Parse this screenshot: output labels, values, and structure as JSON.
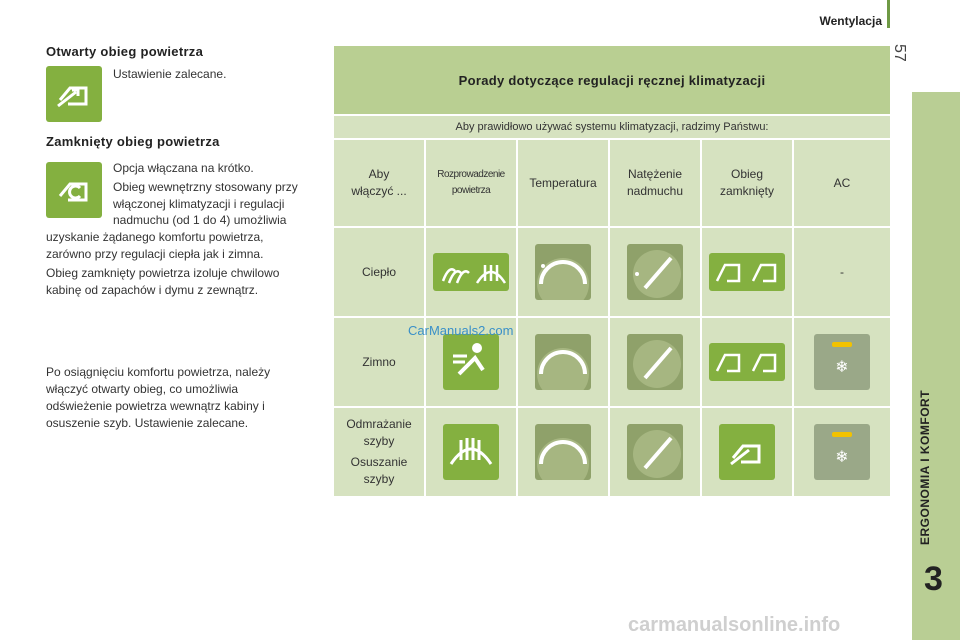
{
  "header": {
    "section": "Wentylacja",
    "page_number": "57"
  },
  "side": {
    "label": "ERGONOMIA I KOMFORT",
    "chapter": "3"
  },
  "left": {
    "open_title": "Otwarty obieg powietrza",
    "open_text": "Ustawienie zalecane.",
    "closed_title": "Zamknięty obieg powietrza",
    "closed_p1": "Opcja włączana na krótko.",
    "closed_p2a": "Obieg wewnętrzny stosowany przy",
    "closed_p2b": "włączonej klimatyzacji i regulacji",
    "closed_p2c": "nadmuchu (od 1 do 4) umożliwia",
    "closed_p2d": "uzyskanie żądanego komfortu powietrza,",
    "closed_p2e": "zarówno przy regulacji ciepła jak i zimna.",
    "closed_p3a": "Obieg zamknięty powietrza izoluje chwilowo",
    "closed_p3b": "kabinę od zapachów i dymu z zewnątrz.",
    "final_a": "Po osiągnięciu komfortu powietrza, należy",
    "final_b": "włączyć otwarty obieg, co umożliwia",
    "final_c": "odświeżenie powietrza wewnątrz kabiny i",
    "final_d": "osuszenie szyb. Ustawienie zalecane."
  },
  "table": {
    "title": "Porady dotyczące regulacji ręcznej klimatyzacji",
    "subtitle": "Aby prawidłowo używać systemu klimatyzacji, radzimy Państwu:",
    "headers": {
      "col1a": "Aby",
      "col1b": "włączyć ...",
      "col2a": "Rozprowadzenie",
      "col2b": "powietrza",
      "col3": "Temperatura",
      "col4a": "Natężenie",
      "col4b": "nadmuchu",
      "col5a": "Obieg",
      "col5b": "zamknięty",
      "col6": "AC"
    },
    "rows": [
      {
        "label": "Ciepło",
        "ac": "-"
      },
      {
        "label": "Zimno"
      },
      {
        "label_a": "Odmrażanie",
        "label_b": "szyby",
        "label_c": "Osuszanie",
        "label_d": "szyby"
      }
    ]
  },
  "watermarks": {
    "small": "CarManuals2.com",
    "large": "carmanualsonline.info"
  },
  "colors": {
    "accent_green": "#84b040",
    "table_title_bg": "#b9cf92",
    "table_cell_bg": "#d6e2c0"
  }
}
